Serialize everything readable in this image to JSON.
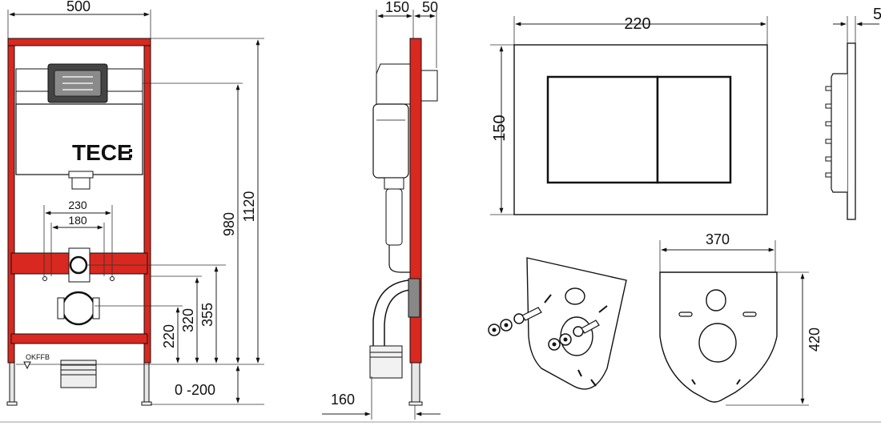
{
  "brand": {
    "name": "TECE",
    "mark_color": "#111111"
  },
  "colors": {
    "frame_red": "#d9281f",
    "frame_red_dark": "#8f1a12",
    "line": "#111111"
  },
  "front_view": {
    "width": "500",
    "height_total": "1120",
    "height_flush": "980",
    "drain_355": "355",
    "drain_320": "320",
    "drain_220": "220",
    "adjust": "0 -200",
    "bolt_outer": "230",
    "bolt_inner": "180",
    "floor_label": "OKFFB"
  },
  "side_view": {
    "depth_frame": "150",
    "depth_plate": "50",
    "offset_bottom": "160"
  },
  "flush_plate": {
    "width": "220",
    "height": "150",
    "thickness": "5"
  },
  "sound_mat": {
    "width": "370",
    "height": "420"
  }
}
